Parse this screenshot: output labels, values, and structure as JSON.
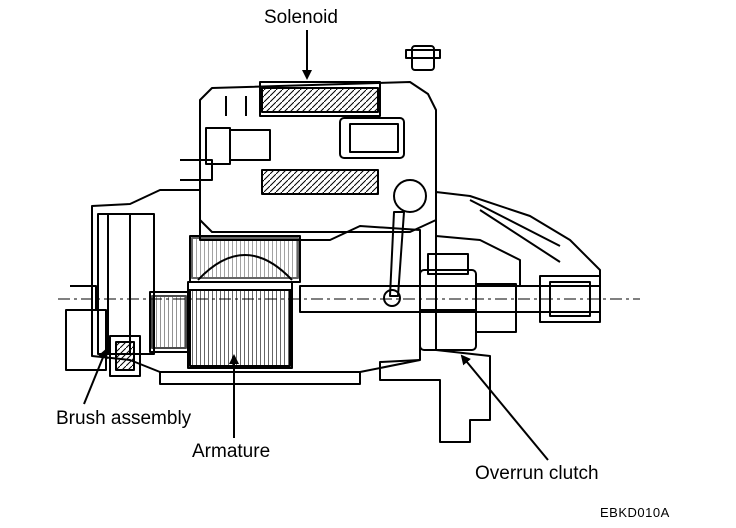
{
  "labels": {
    "solenoid": "Solenoid",
    "brush_assembly": "Brush assembly",
    "armature": "Armature",
    "overrun_clutch": "Overrun clutch"
  },
  "figure_code": "EBKD010A",
  "colors": {
    "ink": "#000000",
    "background": "#ffffff"
  }
}
